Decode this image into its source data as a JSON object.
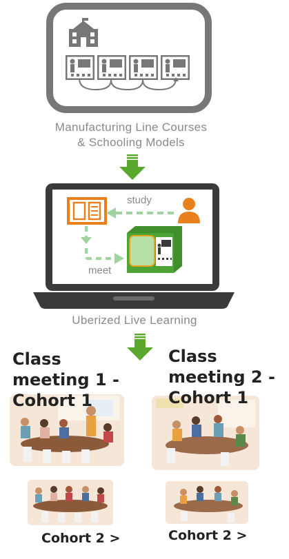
{
  "top_panel": {
    "caption_line1": "Manufacturing Line Courses",
    "caption_line2": "& Schooling Models",
    "icons": [
      "school-building-icon",
      "classroom-icon",
      "classroom-icon",
      "classroom-icon",
      "classroom-icon"
    ]
  },
  "laptop_panel": {
    "study_label": "study",
    "meet_label": "meet",
    "caption": "Uberized Live Learning",
    "icons": [
      "book-icon",
      "person-icon",
      "classroom-cube-icon"
    ]
  },
  "class_meetings": [
    {
      "heading_line1": "Class",
      "heading_line2": "meeting 1 -",
      "heading_line3": "Cohort 1",
      "cohort2_label": "Cohort 2 >"
    },
    {
      "heading_line1": "Class",
      "heading_line2": "meeting 2 -",
      "heading_line3": "Cohort 1",
      "cohort2_label": "Cohort 2 >"
    }
  ],
  "colors": {
    "arrow_green": "#5aa82e",
    "book_orange": "#e8801e",
    "cube_green": "#3f8f2a",
    "dashed_green": "#9fd4a0",
    "frame_gray": "#777777"
  }
}
